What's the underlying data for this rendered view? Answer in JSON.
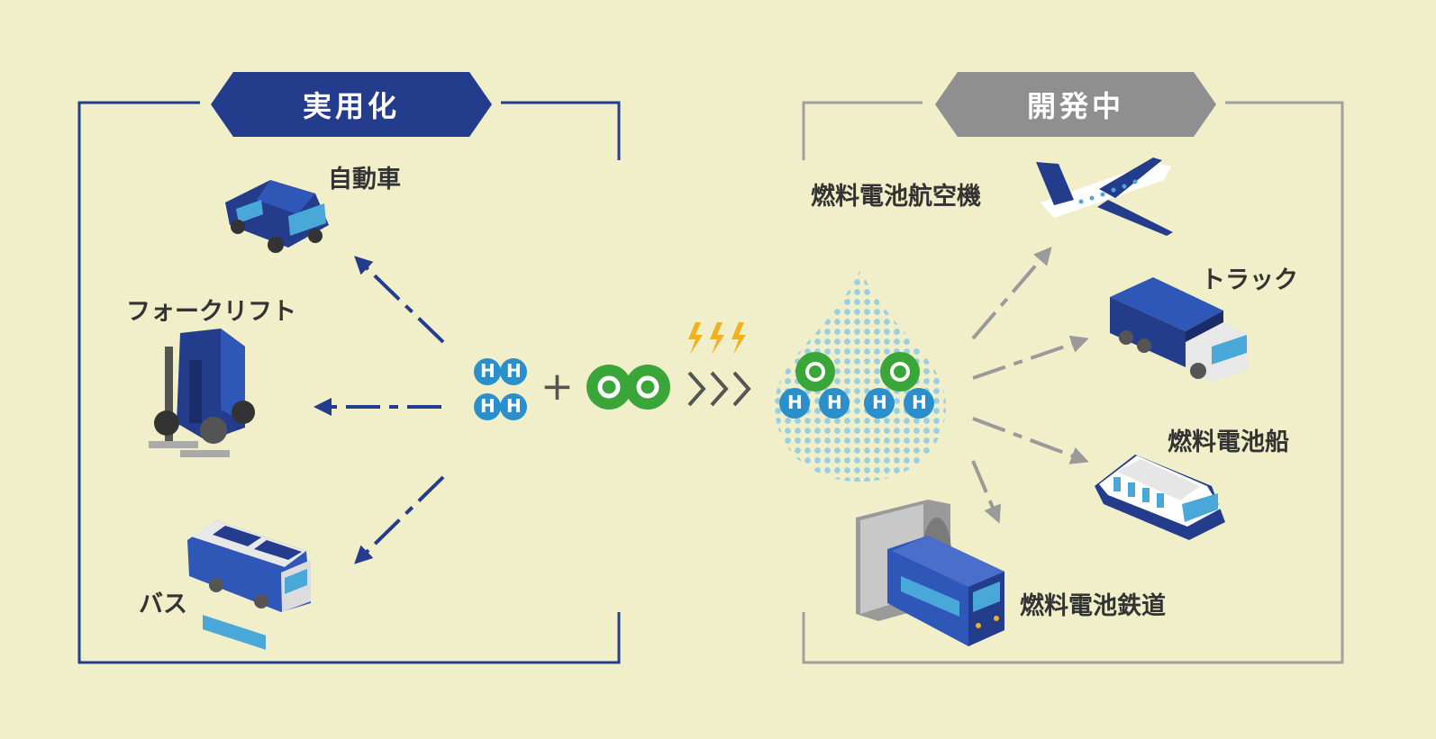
{
  "sections": {
    "in_use": {
      "title": "実用化",
      "color": "#243c8c"
    },
    "in_development": {
      "title": "開発中",
      "color": "#8f8f8f"
    }
  },
  "in_use_items": [
    {
      "label": "自動車",
      "icon": "car-icon"
    },
    {
      "label": "フォークリフト",
      "icon": "forklift-icon"
    },
    {
      "label": "バス",
      "icon": "bus-icon"
    }
  ],
  "development_items": [
    {
      "label": "燃料電池航空機",
      "icon": "airplane-icon"
    },
    {
      "label": "トラック",
      "icon": "truck-icon"
    },
    {
      "label": "燃料電池船",
      "icon": "ship-icon"
    },
    {
      "label": "燃料電池鉄道",
      "icon": "train-icon"
    }
  ],
  "reaction": {
    "hydrogen_symbol": "H",
    "oxygen_symbol": "O",
    "plus": "+",
    "hydrogen_color": "#2a8fca",
    "oxygen_color": "#3aa63a",
    "energy_color": "#f2b01e",
    "water_color": "#8ecbe6"
  }
}
